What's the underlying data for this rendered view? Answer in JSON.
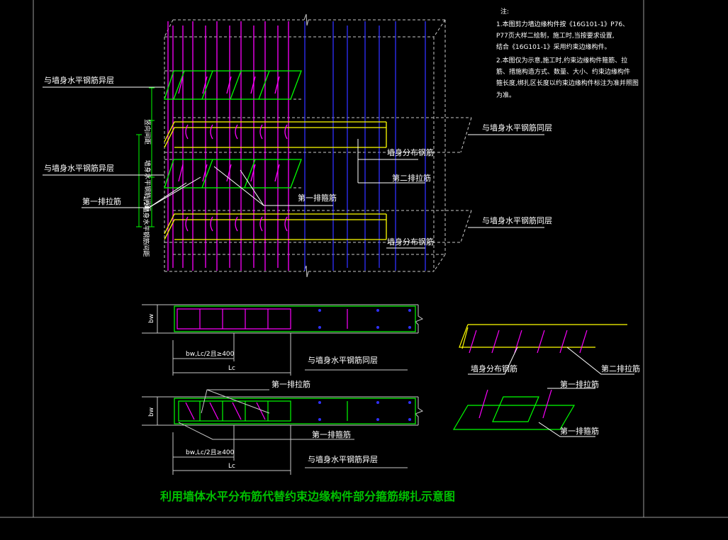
{
  "drawing": {
    "title": "利用墙体水平分布筋代替约束边缘构件部分箍筋绑扎示意图",
    "notes": {
      "header": "注:",
      "lines": [
        "1.本图剪力墙边缘构件按《16G101-1》P76、",
        "P77页大样二绘制，施工时,当按要求设置,",
        "结合《16G101-1》采用约束边缘构件。",
        "2.本图仅为示意,施工时,约束边缘构件箍筋、拉",
        "筋、措施构造方式、数量、大小、约束边缘构件",
        "箍长度,绑扎区长度以约束边缘构件标注为准并照图",
        "为准。"
      ]
    },
    "labels3d": {
      "same_layer_top": "与墙身水平钢筋同层",
      "diff_layer_1": "与墙身水平钢筋异层",
      "diff_layer_2": "与墙身水平钢筋异层",
      "same_layer_bottom": "与墙身水平钢筋同层",
      "wall_dist_top": "墙身分布钢筋",
      "wall_dist_bottom": "墙身分布钢筋",
      "second_tie": "第二排拉筋",
      "first_stirrup": "第一排箍筋",
      "first_tie": "第一排拉筋",
      "spacing_vertical_1": "竖向间距",
      "spacing_vertical_2": "墙身水平钢筋间距",
      "spacing_half": "1/2墙身水平钢筋间距"
    },
    "plan_top": {
      "bw": "bw",
      "dim1": "bw,Lc/2且≥400",
      "dim2": "Lc",
      "label": "与墙身水平钢筋同层"
    },
    "plan_bottom": {
      "bw": "bw",
      "dim1": "bw,Lc/2且≥400",
      "dim2": "Lc",
      "label_tie": "第一排拉筋",
      "label_stirrup": "第一排箍筋",
      "label_diff": "与墙身水平钢筋异层"
    },
    "detail_right": {
      "wall_dist": "墙身分布钢筋",
      "second_tie": "第二排拉筋",
      "first_tie": "第一排拉筋",
      "first_stirrup": "第一排箍筋"
    },
    "colors": {
      "background": "#000000",
      "frame": "#ffffff",
      "magenta": "#ff00ff",
      "blue": "#2020ff",
      "green": "#00ff00",
      "yellow": "#ffff00",
      "gray": "#a0a0a0",
      "title_green": "#00c000"
    }
  }
}
